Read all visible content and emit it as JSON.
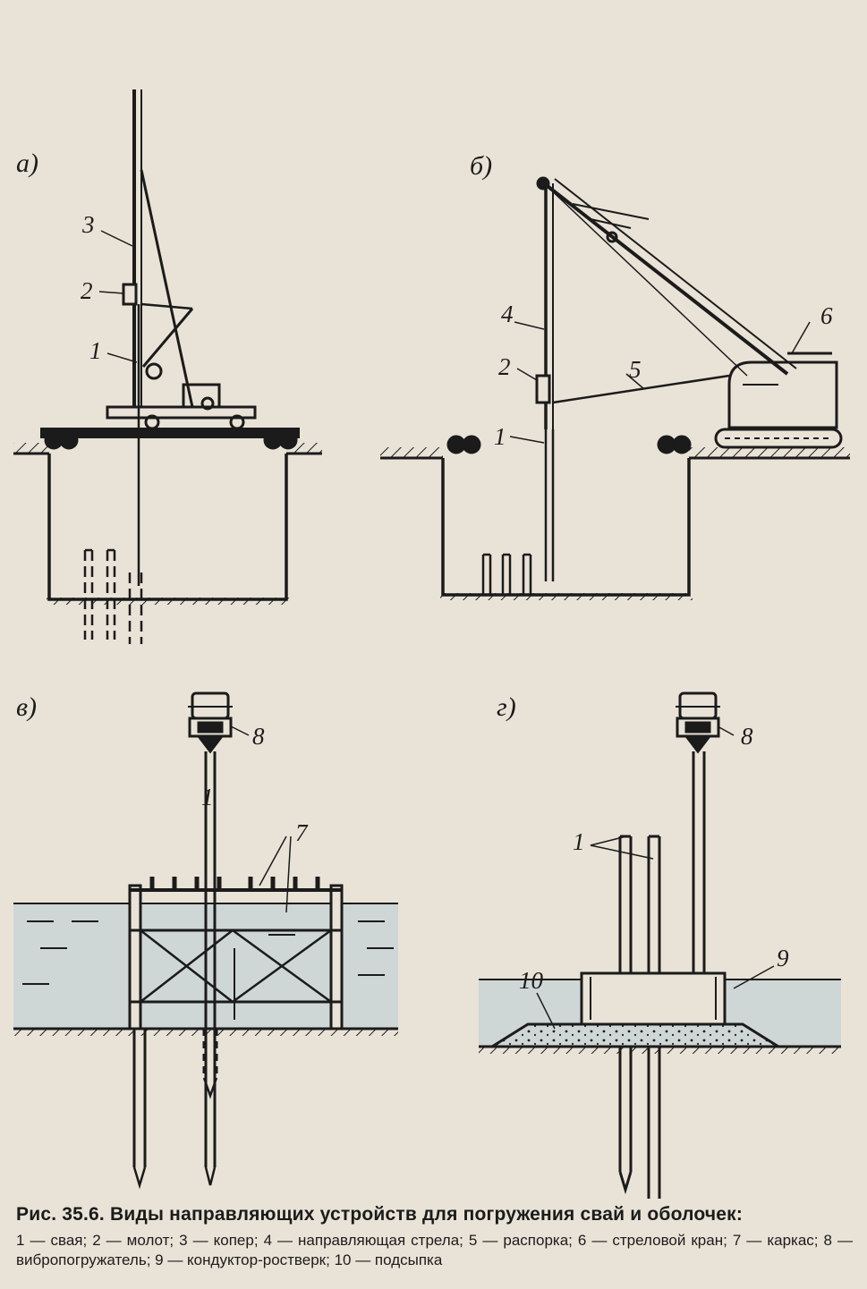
{
  "figure": {
    "subfigures": [
      "а)",
      "б)",
      "в)",
      "г)"
    ],
    "labels": {
      "a_3": "3",
      "a_2": "2",
      "a_1": "1",
      "b_4": "4",
      "b_2": "2",
      "b_1": "1",
      "b_5": "5",
      "b_6": "6",
      "c_8": "8",
      "c_1": "1",
      "c_7": "7",
      "d_8": "8",
      "d_1": "1",
      "d_10": "10",
      "d_9": "9"
    }
  },
  "caption": {
    "title": "Рис. 35.6. Виды направляющих устройств для погружения свай и оболочек:",
    "legend": "1 — свая;  2 — молот;  3 — копер;  4 — направляющая стрела;  5 — распорка;  6 — стреловой кран;  7 — каркас;  8 — вибропогружатель;  9 — кондуктор-ростверк;  10 — подсыпка"
  },
  "colors": {
    "ink": "#1b1b1b",
    "paper": "#e9e3d7",
    "water": "#cfd6d6",
    "ground": "#d8cfbd"
  }
}
